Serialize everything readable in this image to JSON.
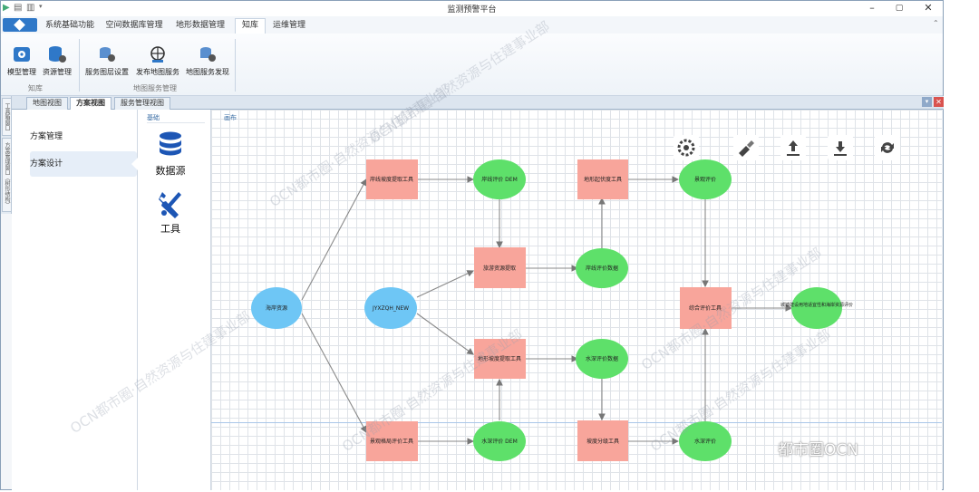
{
  "window": {
    "title": "监测预警平台"
  },
  "ribbon_tabs": [
    "系统基础功能",
    "空间数据库管理",
    "地形数据管理",
    "知库",
    "运维管理"
  ],
  "ribbon": {
    "buttons": [
      "模型管理",
      "资源管理",
      "服务图层设置",
      "发布地图服务",
      "地图服务发现"
    ],
    "group_labels": [
      "知库",
      "地图服务管理"
    ]
  },
  "doc_tabs": [
    "地图视图",
    "方案视图",
    "服务管理视图"
  ],
  "side_strip": [
    "工具箱窗口",
    "方案管理窗口（树形结构）"
  ],
  "left_panel": {
    "items": [
      "方案管理",
      "方案设计"
    ]
  },
  "toolbox": {
    "header": "基础",
    "items": [
      {
        "label": "数据源",
        "icon": "database-icon"
      },
      {
        "label": "工具",
        "icon": "tools-icon"
      }
    ]
  },
  "canvas": {
    "label": "画布"
  },
  "canvas_tools": [
    "settings-gear-icon",
    "clear-brush-icon",
    "upload-icon",
    "download-icon",
    "refresh-icon"
  ],
  "flow_nodes": {
    "n_coast": "海岸资源",
    "n_jyx": "JYXZQH_NEW",
    "n_tool1": "岸线坡度提取工具",
    "n_tool2": "旅游资源提取",
    "n_tool3": "地形起伏度工具",
    "n_tool4": "地形坡度提取工具",
    "n_tool5": "综合评价工具",
    "n_tool6": "坡度分级工具",
    "n_tool7": "景观格局评价工具",
    "n_e1": "岸线评价 DEM",
    "n_e2": "岸线评价数据",
    "n_e3": "景观评价",
    "n_e4": "水深评价数据",
    "n_e5": "水深评价 DEM",
    "n_e6": "水深评价",
    "n_e7": "城镇建设用地适宜性和海岸资源评价"
  },
  "watermark": "OCN都市圈·自然资源与住建事业部",
  "brand": "都市圈OCN",
  "colors": {
    "process": "#f8a59b",
    "data": "#5ee06a",
    "input": "#6ec6f5",
    "accent": "#2f78c8"
  }
}
